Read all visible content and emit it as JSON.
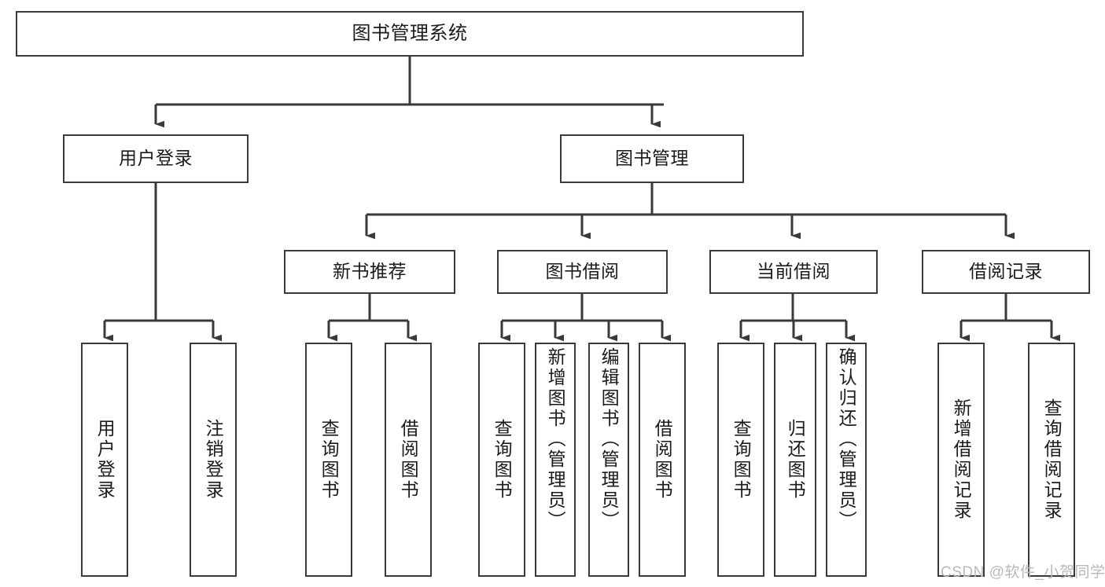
{
  "diagram": {
    "title": "图书管理系统",
    "type": "hierarchy-tree",
    "root": {
      "label": "图书管理系统"
    },
    "level1": [
      {
        "label": "用户登录"
      },
      {
        "label": "图书管理"
      }
    ],
    "level2": [
      {
        "label": "新书推荐"
      },
      {
        "label": "图书借阅"
      },
      {
        "label": "当前借阅"
      },
      {
        "label": "借阅记录"
      }
    ],
    "leaves": [
      {
        "label": "用户登录",
        "parent": "用户登录"
      },
      {
        "label": "注销登录",
        "parent": "用户登录"
      },
      {
        "label": "查询图书",
        "parent": "新书推荐"
      },
      {
        "label": "借阅图书",
        "parent": "新书推荐"
      },
      {
        "label": "查询图书",
        "parent": "图书借阅"
      },
      {
        "label": "新增图书（管理员）",
        "parent": "图书借阅"
      },
      {
        "label": "编辑图书（管理员）",
        "parent": "图书借阅"
      },
      {
        "label": "借阅图书",
        "parent": "图书借阅"
      },
      {
        "label": "查询图书",
        "parent": "当前借阅"
      },
      {
        "label": "归还图书",
        "parent": "当前借阅"
      },
      {
        "label": "确认归还（管理员）",
        "parent": "当前借阅"
      },
      {
        "label": "新增借阅记录",
        "parent": "借阅记录"
      },
      {
        "label": "查询借阅记录",
        "parent": "借阅记录"
      }
    ],
    "watermark": "CSDN @软件_小贺同学",
    "colors": {
      "stroke": "#3a3a3a",
      "background": "#ffffff",
      "text": "#1b1b1b",
      "watermark": "#b9b9b9"
    }
  }
}
